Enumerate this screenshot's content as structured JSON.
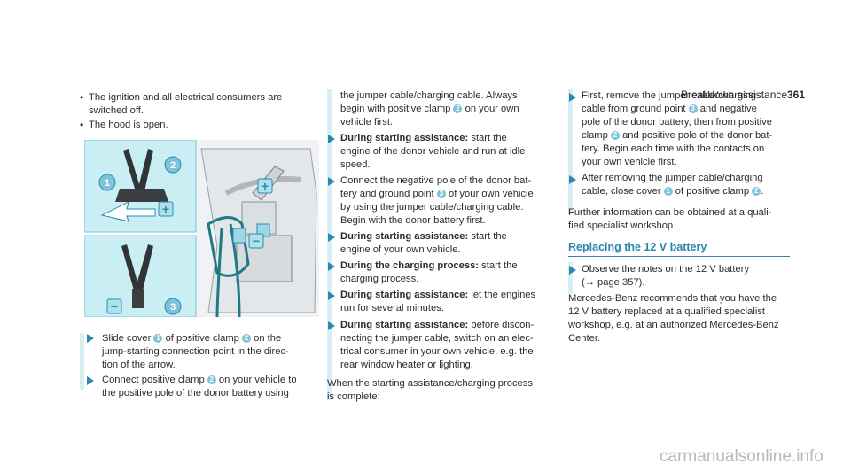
{
  "header": {
    "section": "Breakdown assistance",
    "page": "361"
  },
  "col1": {
    "bullets": [
      "The ignition and all electrical consumers are",
      "switched off.",
      "The hood is open."
    ],
    "step1": {
      "a": "Slide cover",
      "b": "of positive clamp",
      "c": "on the",
      "l2": "jump-starting connection point in the direc-",
      "l3": "tion of the arrow."
    },
    "step2": {
      "a": "Connect positive clamp",
      "b": "on your vehicle to",
      "l2": "the positive pole of the donor battery using"
    }
  },
  "col2": {
    "intro1": "the jumper cable/charging cable. Always",
    "intro2a": "begin with positive clamp",
    "intro2b": "on your own",
    "intro3": "vehicle first.",
    "s1b": "During starting assistance:",
    "s1t": "start the",
    "s1l2": "engine of the donor vehicle and run at idle",
    "s1l3": "speed.",
    "s2a": "Connect the negative pole of the donor bat-",
    "s2b1": "tery and ground point",
    "s2b2": "of your own vehicle",
    "s2c": "by using the jumper cable/charging cable.",
    "s2d": "Begin with the donor battery first.",
    "s3b": "During starting assistance:",
    "s3t": "start the",
    "s3l2": "engine of your own vehicle.",
    "s4b": "During the charging process:",
    "s4t": "start the",
    "s4l2": "charging process.",
    "s5b": "During starting assistance:",
    "s5t": "let the engines",
    "s5l2": "run for several minutes.",
    "s6b": "During starting assistance:",
    "s6t": "before discon-",
    "s6l2": "necting the jumper cable, switch on an elec-",
    "s6l3": "trical consumer in your own vehicle, e.g. the",
    "s6l4": "rear window heater or lighting.",
    "end1": "When the starting assistance/charging process",
    "end2": "is complete:"
  },
  "col3": {
    "s1a": "First, remove the jumper cable/charging",
    "s1b1": "cable from ground point",
    "s1b2": "and negative",
    "s1c": "pole of the donor battery, then from positive",
    "s1d1": "clamp",
    "s1d2": "and positive pole of the donor bat-",
    "s1e": "tery. Begin each time with the contacts on",
    "s1f": "your own vehicle first.",
    "s2a": "After removing the jumper cable/charging",
    "s2b1": "cable, close cover",
    "s2b2": "of positive clamp",
    "f1": "Further information can be obtained at a quali-",
    "f2": "fied specialist workshop.",
    "heading": "Replacing the 12 V battery",
    "o1": "Observe the notes on the 12 V battery",
    "o2": "(→ page 357).",
    "m1": "Mercedes-Benz recommends that you have the",
    "m2": "12 V battery replaced at a qualified specialist",
    "m3": "workshop, e.g. at an authorized Mercedes-Benz",
    "m4": "Center."
  },
  "markers": {
    "one": "1",
    "two": "2",
    "three": "3",
    "plus": "+",
    "minus": "−"
  },
  "watermark": "carmanualsonline.info"
}
